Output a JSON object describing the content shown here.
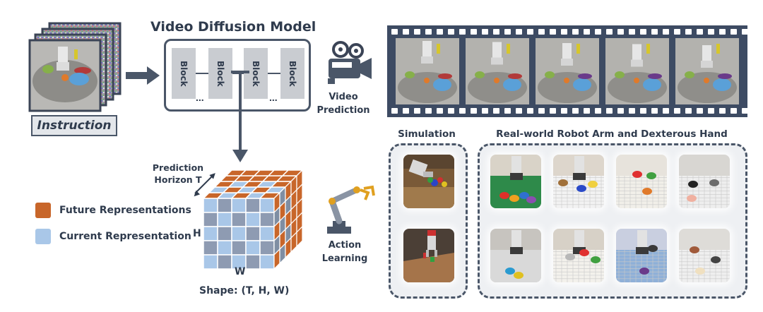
{
  "instruction_label": "Instruction",
  "video_diffusion": {
    "title": "Video Diffusion Model",
    "blocks": [
      "Block",
      "Block",
      "Block",
      "Block"
    ],
    "ellipsis": "..."
  },
  "video_prediction_label": [
    "Video",
    "Prediction"
  ],
  "action_learning_label": [
    "Action",
    "Learning"
  ],
  "cube": {
    "prediction_horizon": [
      "Prediction",
      "Horizon T"
    ],
    "h_label": "H",
    "w_label": "W",
    "shape_label": "Shape: (T, H, W)"
  },
  "legend": [
    {
      "label": "Future Representations",
      "color": "#c8662a"
    },
    {
      "label": "Current Representation",
      "color": "#a9c7e8"
    }
  ],
  "simulation_title": "Simulation",
  "realworld_title": "Real-world Robot Arm and Dexterous Hand",
  "colors": {
    "dark": "#4a5668",
    "film": "#3d4b63",
    "orange": "#c8662a",
    "blue": "#a9c7e8"
  }
}
